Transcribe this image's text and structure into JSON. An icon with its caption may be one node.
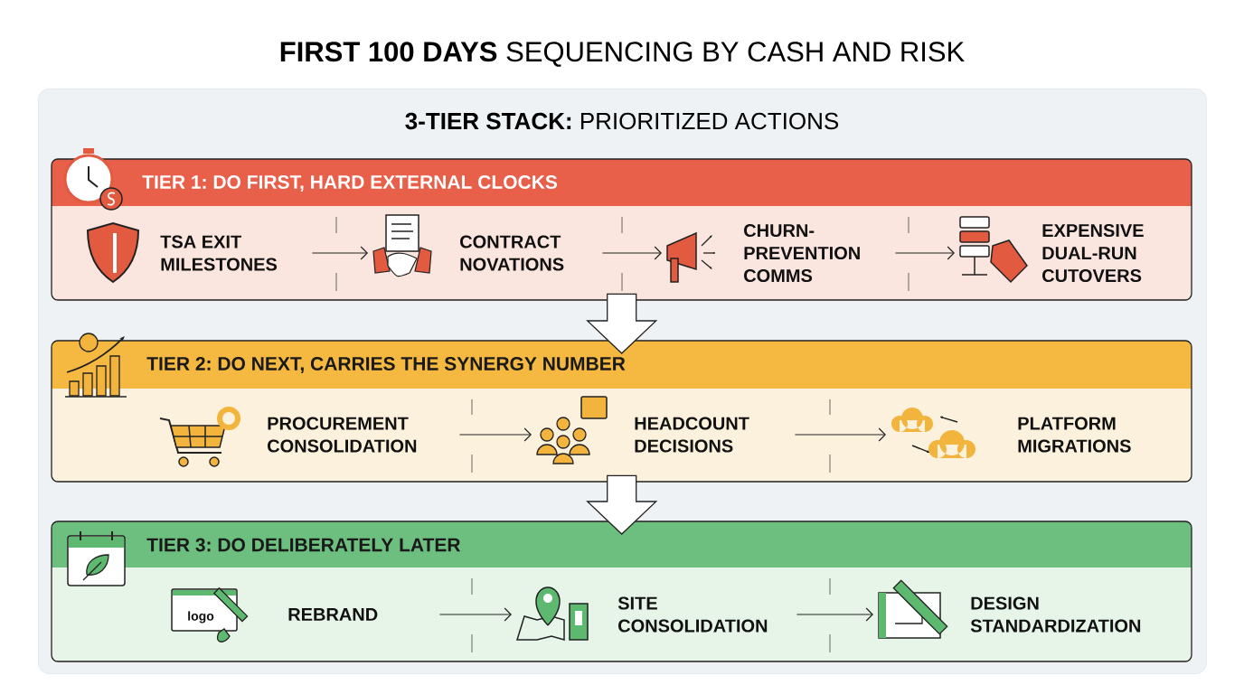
{
  "diagram": {
    "title": "**FIRST 100 DAYS** SEQUENCING BY CASH AND RISK",
    "nodes": [
      {
        "text": [
          "**3-TIER STACK:** PRIORITIZED ACTIONS"
        ]
      },
      {
        "text": [
          "TIER 1: DO FIRST, HARD EXTERNAL CLOCKS"
        ],
        "in": 0
      },
      {
        "text": [
          "TSA EXIT MILESTONES"
        ],
        "in": 1
      },
      {
        "text": [
          "CONTRACT NOVATIONS"
        ],
        "in": 1
      },
      {
        "text": [
          "CHURN-PREVENTION COMMS"
        ],
        "in": 1
      },
      {
        "text": [
          "EXPENSIVE DUAL-RUN CUTOVERS"
        ],
        "in": 1
      },
      {
        "text": [
          "TIER 2: DO NEXT, CARRIES THE SYNERGY NUMBER"
        ],
        "in": 0
      },
      {
        "text": [
          "PROCUREMENT CONSOLIDATION"
        ],
        "in": 6
      },
      {
        "text": [
          "HEADCOUNT DECISIONS"
        ],
        "in": 6
      },
      {
        "text": [
          "PLATFORM MIGRATIONS"
        ],
        "in": 6
      },
      {
        "text": [
          "TIER 3: DO DELIBERATELY LATER"
        ],
        "in": 0
      },
      {
        "text": [
          "REBRAND"
        ],
        "in": 10
      },
      {
        "text": [
          "SITE CONSOLIDATION"
        ],
        "in": 10
      },
      {
        "text": [
          "DESIGN STANDARDIZATION"
        ],
        "in": 10
      }
    ],
    "edges": [
      {
        "from": 2,
        "to": 3,
        "arrow": "to"
      },
      {
        "from": 3,
        "to": 4,
        "arrow": "to"
      },
      {
        "from": 4,
        "to": 5,
        "arrow": "to"
      },
      {
        "from": 1,
        "to": 6,
        "arrow": "to",
        "style": "thick"
      },
      {
        "from": 7,
        "to": 8,
        "arrow": "to"
      },
      {
        "from": 8,
        "to": 9,
        "arrow": "to"
      },
      {
        "from": 6,
        "to": 10,
        "arrow": "to",
        "style": "thick"
      },
      {
        "from": 11,
        "to": 12,
        "arrow": "to"
      },
      {
        "from": 12,
        "to": 13,
        "arrow": "to"
      }
    ],
    "labels": [
      "logo"
    ]
  }
}
